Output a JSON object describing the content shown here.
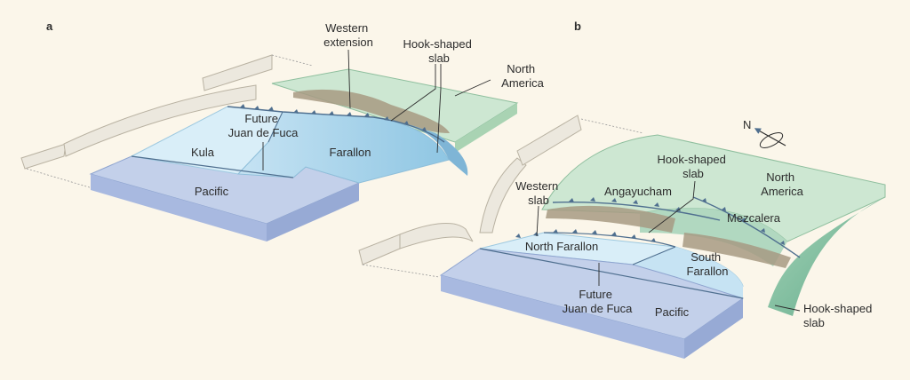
{
  "panels": {
    "a": {
      "letter": "a",
      "labels": {
        "western_extension": [
          "Western",
          "extension"
        ],
        "hook_slab": [
          "Hook-shaped",
          "slab"
        ],
        "north_america": [
          "North",
          "America"
        ],
        "future_jdf": [
          "Future",
          "Juan de Fuca"
        ],
        "kula": "Kula",
        "farallon": "Farallon",
        "pacific": "Pacific"
      }
    },
    "b": {
      "letter": "b",
      "labels": {
        "north_arrow": "N",
        "hook_slab_top": [
          "Hook-shaped",
          "slab"
        ],
        "north_america": [
          "North",
          "America"
        ],
        "western_slab": [
          "Western",
          "slab"
        ],
        "angayucham": "Angayucham",
        "mezcalera": "Mezcalera",
        "north_farallon": "North Farallon",
        "south_farallon": [
          "South",
          "Farallon"
        ],
        "future_jdf": [
          "Future",
          "Juan de Fuca"
        ],
        "pacific": "Pacific",
        "hook_slab_bottom": [
          "Hook-shaped",
          "slab"
        ]
      }
    }
  },
  "colors": {
    "background": "#fbf6ea",
    "pacific_top": "#c3d0ea",
    "pacific_side": "#a8b9e0",
    "farallon_top": "#c6e3f3",
    "kula_top": "#d9eef8",
    "north_america_top": "#cde7d2",
    "north_america_side": "#a9d3b3",
    "arc_ribbon": "#ece8de",
    "basin_strip": "#a79a82",
    "subduction_line": "#4f6f8f"
  }
}
